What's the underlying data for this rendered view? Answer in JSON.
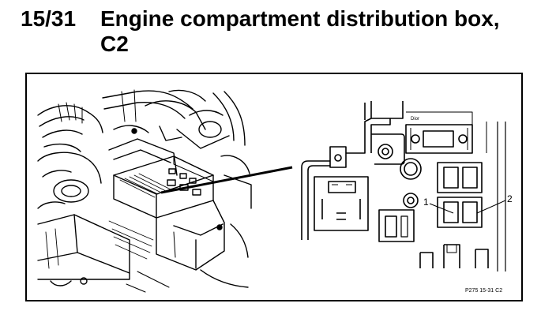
{
  "header": {
    "page_number": "15/31",
    "title_line1": "Engine compartment distribution box,",
    "title_line2": "C2"
  },
  "figure": {
    "callouts": [
      "1",
      "2"
    ],
    "reference_code": "P275 15-31 C2",
    "fuse_label": "Dior"
  }
}
